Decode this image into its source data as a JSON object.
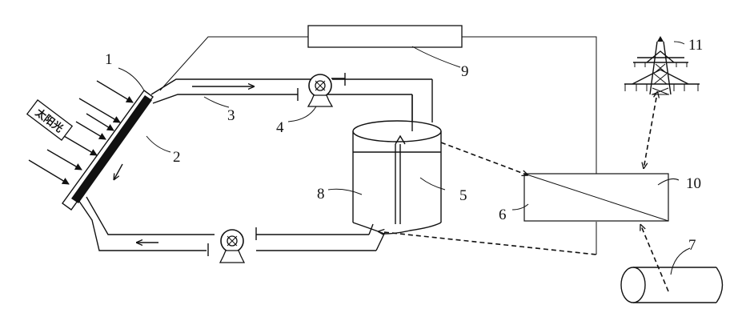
{
  "diagram": {
    "sunlight_text": "太阳光",
    "labels": {
      "n1": "1",
      "n2": "2",
      "n3": "3",
      "n4": "4",
      "n5": "5",
      "n6": "6",
      "n7": "7",
      "n8": "8",
      "n9": "9",
      "n10": "10",
      "n11": "11"
    }
  }
}
